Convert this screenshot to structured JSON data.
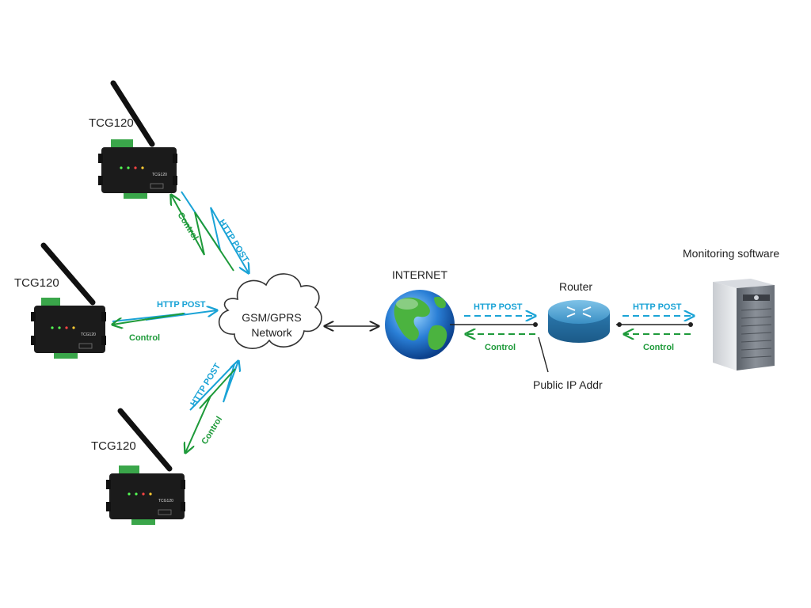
{
  "devices": [
    {
      "label": "TCG120",
      "model_text": "TCG120"
    },
    {
      "label": "TCG120",
      "model_text": "TCG120"
    },
    {
      "label": "TCG120",
      "model_text": "TCG120"
    }
  ],
  "cloud": {
    "line1": "GSM/GPRS",
    "line2": "Network"
  },
  "internet": {
    "label": "INTERNET"
  },
  "router": {
    "label": "Router"
  },
  "public_ip": {
    "label": "Public IP Addr"
  },
  "server": {
    "label": "Monitoring software"
  },
  "links": {
    "http_post": "HTTP POST",
    "control": "Control"
  },
  "colors": {
    "http": "#1aa3d6",
    "control": "#1e9a3a",
    "line": "#222222"
  }
}
